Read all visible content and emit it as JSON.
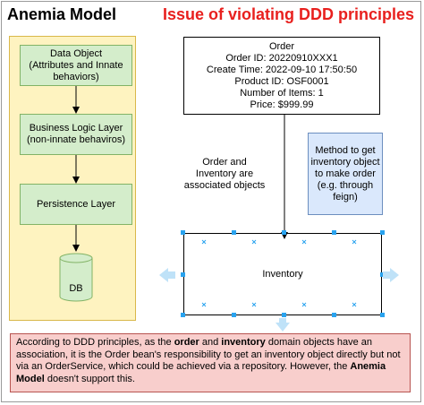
{
  "titles": {
    "left": "Anemia Model",
    "right": "Issue of violating DDD principles"
  },
  "layers": [
    {
      "label": "Data Object\n(Attributes and Innate\nbehaviors)"
    },
    {
      "label": "Business Logic Layer\n(non-innate behaviros)"
    },
    {
      "label": "Persistence Layer"
    }
  ],
  "db": {
    "label": "DB"
  },
  "order": {
    "lines": [
      "Order",
      "Order ID: 20220910XXX1",
      "Create Time: 2022-09-10 17:50:50",
      "Product ID: OSF0001",
      "Number of Items: 1",
      "Price: $999.99"
    ]
  },
  "association_note": "Order and\nInventory are\nassociated objects",
  "method_note": "Method to get\ninventory object\nto make order\n(e.g. through\nfeign)",
  "inventory": {
    "label": "Inventory"
  },
  "explanation": {
    "p1": "According to DDD principles, as the ",
    "b1": "order",
    "p2": " and ",
    "b2": "inventory",
    "p3": " domain objects have an association, it is the Order bean's responsibility to get an inventory object directly but not via an OrderService, which could be achieved via a repository. However, the ",
    "b3": "Anemia Model",
    "p4": " doesn't support this."
  },
  "colors": {
    "title_red": "#e8201e",
    "panel_yellow": "#fef3c0",
    "layer_green": "#d4edcb",
    "method_blue": "#dae8fc",
    "note_pink": "#f8cecc",
    "handle_blue": "#29a3ef"
  }
}
